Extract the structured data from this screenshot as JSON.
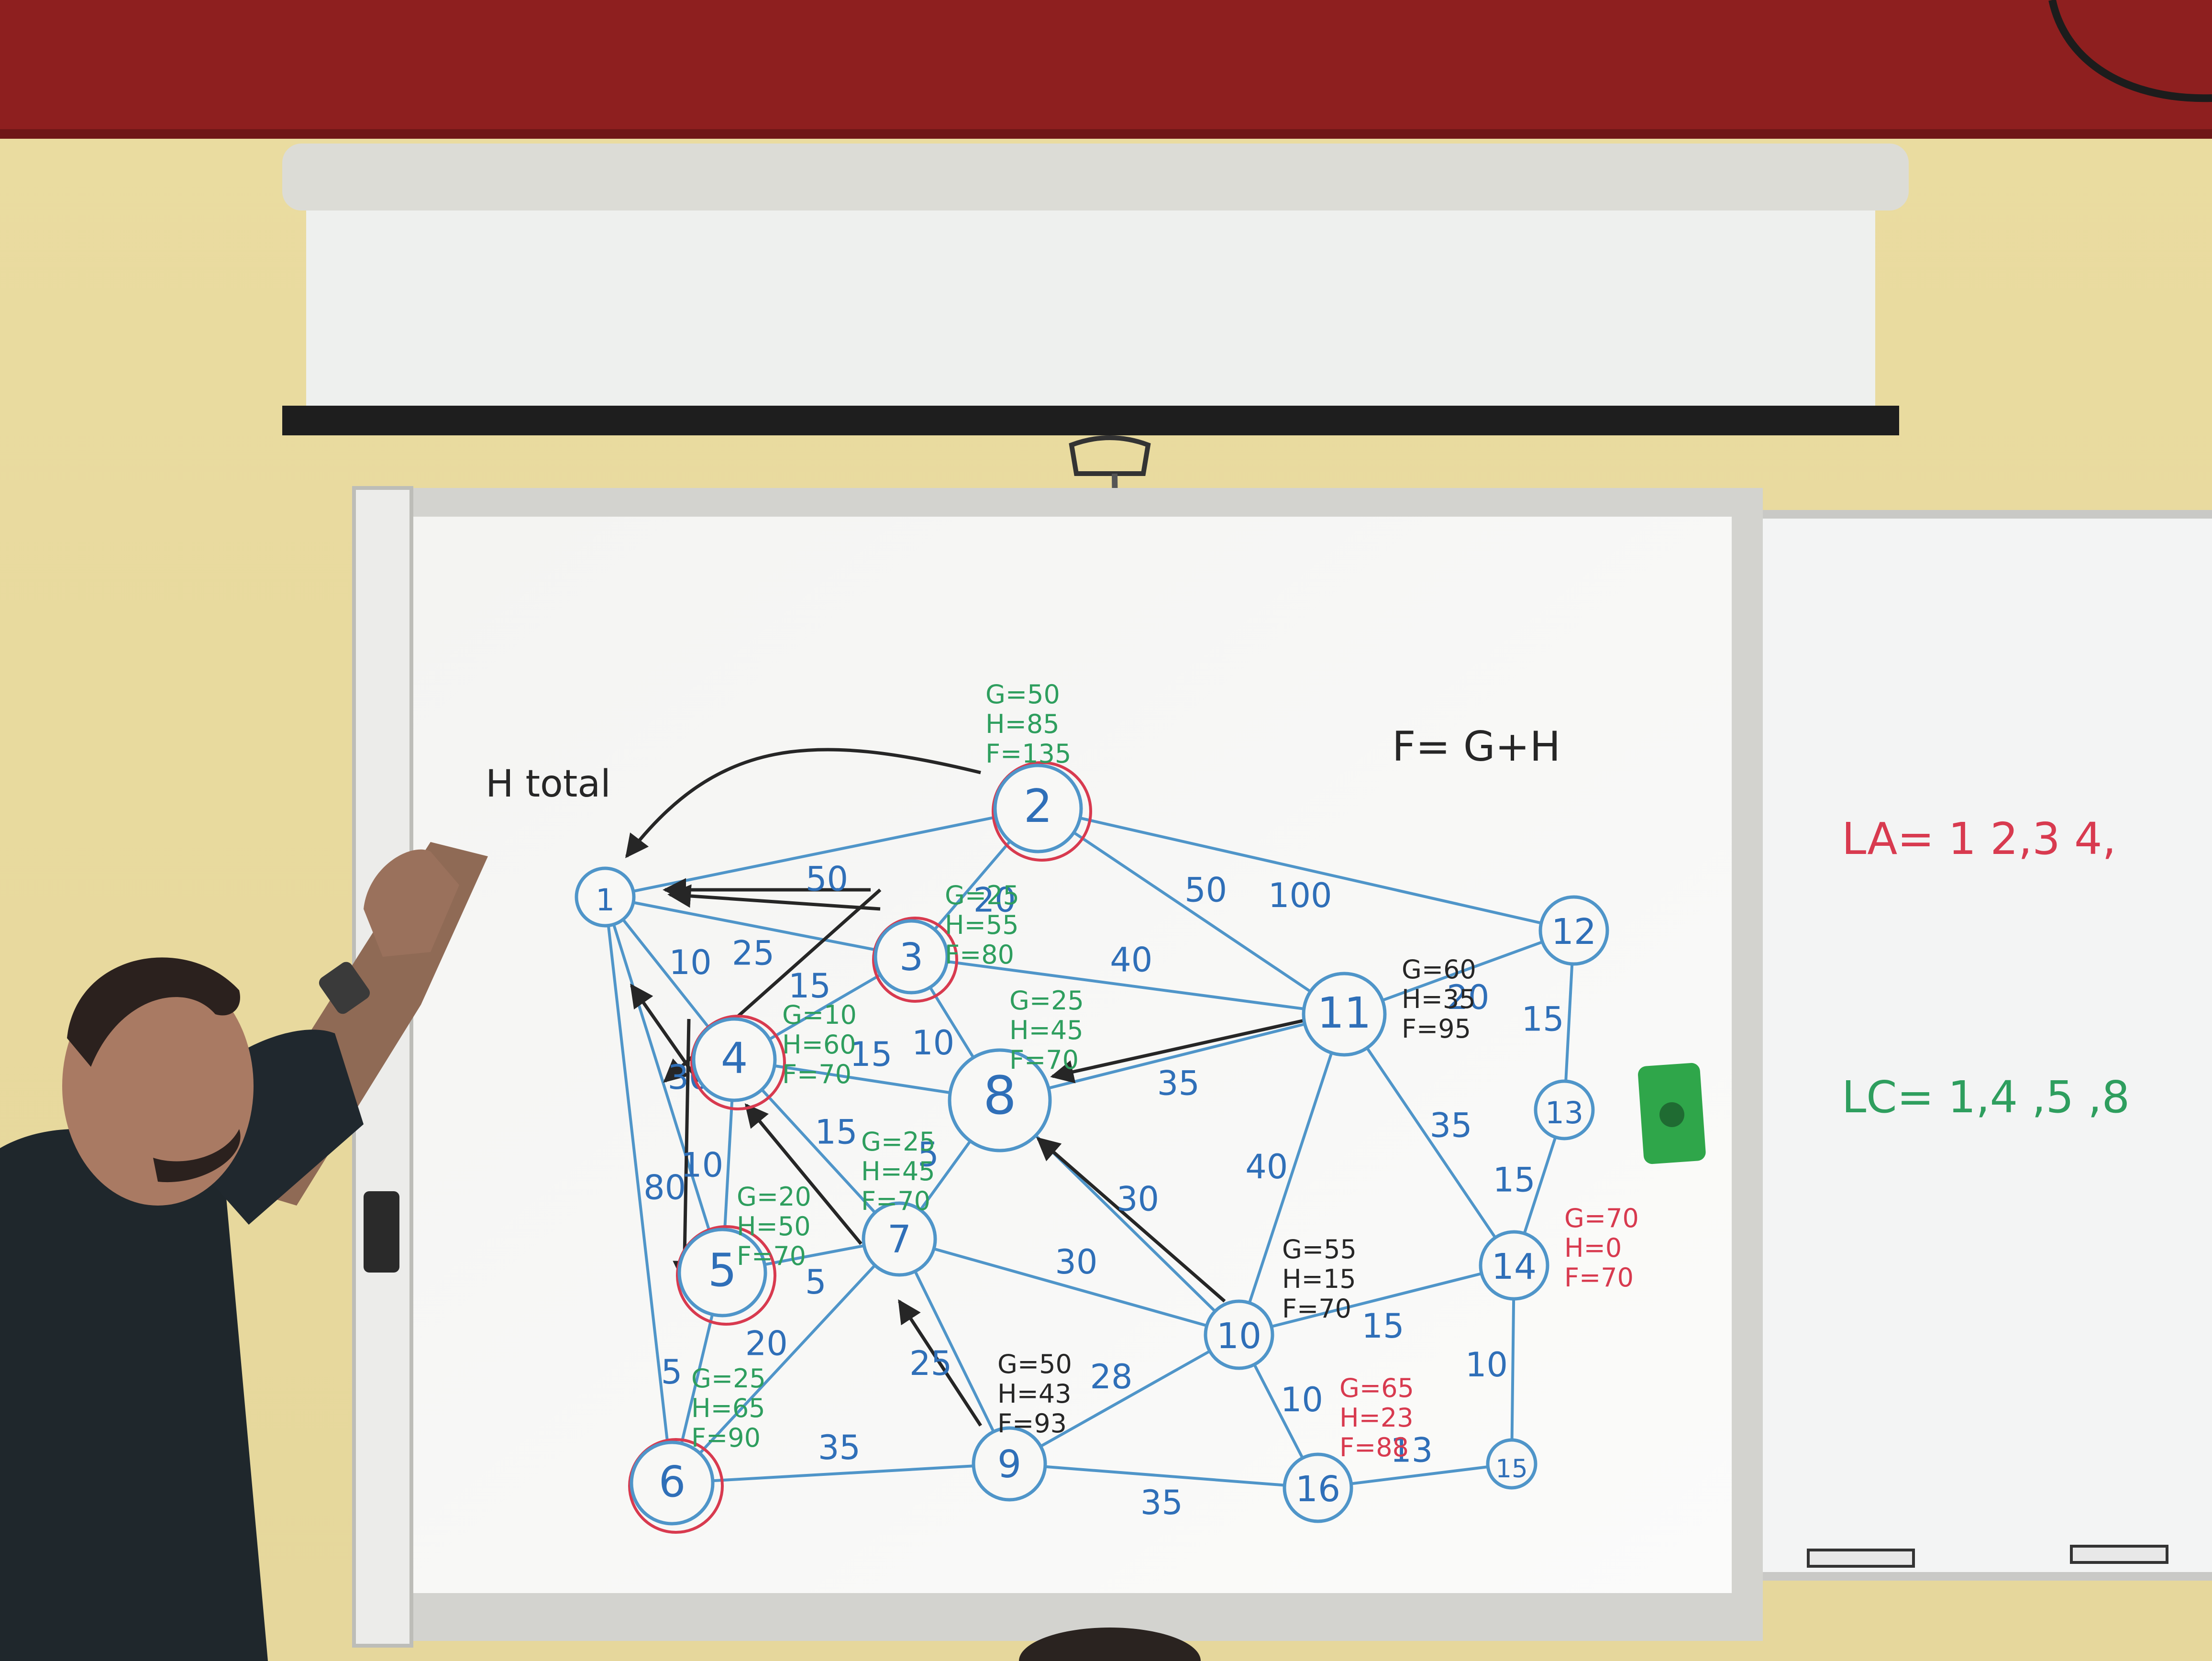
{
  "board": {
    "heading": "H total",
    "formula": "F= G+H",
    "right_board": {
      "open_list": "LA= 1 2,3 4, ",
      "closed_list": "LC= 1,4 ,5 ,8"
    }
  },
  "nodes": [
    {
      "id": "1",
      "label": "1"
    },
    {
      "id": "2",
      "label": "2"
    },
    {
      "id": "3",
      "label": "3"
    },
    {
      "id": "4",
      "label": "4"
    },
    {
      "id": "5",
      "label": "5"
    },
    {
      "id": "6",
      "label": "6"
    },
    {
      "id": "7",
      "label": "7"
    },
    {
      "id": "8",
      "label": "8"
    },
    {
      "id": "9",
      "label": "9"
    },
    {
      "id": "10",
      "label": "10"
    },
    {
      "id": "11",
      "label": "11"
    },
    {
      "id": "12",
      "label": "12"
    },
    {
      "id": "13",
      "label": "13"
    },
    {
      "id": "14",
      "label": "14"
    },
    {
      "id": "15",
      "label": "15"
    },
    {
      "id": "16",
      "label": "16"
    }
  ],
  "edges": [
    {
      "from": "1",
      "to": "2",
      "weight": "50"
    },
    {
      "from": "2",
      "to": "3",
      "weight": "20"
    },
    {
      "from": "2",
      "to": "12",
      "weight": "100"
    },
    {
      "from": "2",
      "to": "11",
      "weight": "50"
    },
    {
      "from": "1",
      "to": "3",
      "weight": "25"
    },
    {
      "from": "1",
      "to": "4",
      "weight": "10"
    },
    {
      "from": "3",
      "to": "4",
      "weight": "15"
    },
    {
      "from": "3",
      "to": "11",
      "weight": "40"
    },
    {
      "from": "3",
      "to": "8",
      "weight": "10"
    },
    {
      "from": "4",
      "to": "8",
      "weight": "15"
    },
    {
      "from": "11",
      "to": "12",
      "weight": "20"
    },
    {
      "from": "11",
      "to": "8",
      "weight": "35"
    },
    {
      "from": "12",
      "to": "13",
      "weight": "15"
    },
    {
      "from": "1",
      "to": "5",
      "weight": "30"
    },
    {
      "from": "4",
      "to": "5",
      "weight": "10"
    },
    {
      "from": "4",
      "to": "7",
      "weight": "15"
    },
    {
      "from": "8",
      "to": "7",
      "weight": "5"
    },
    {
      "from": "8",
      "to": "10",
      "weight": "30"
    },
    {
      "from": "11",
      "to": "10",
      "weight": "40"
    },
    {
      "from": "11",
      "to": "14",
      "weight": "35"
    },
    {
      "from": "13",
      "to": "14",
      "weight": "15"
    },
    {
      "from": "1",
      "to": "6",
      "weight": "80"
    },
    {
      "from": "5",
      "to": "7",
      "weight": "5"
    },
    {
      "from": "7",
      "to": "10",
      "weight": "30"
    },
    {
      "from": "5",
      "to": "6",
      "weight": "5"
    },
    {
      "from": "6",
      "to": "7",
      "weight": "20"
    },
    {
      "from": "7",
      "to": "9",
      "weight": "25"
    },
    {
      "from": "9",
      "to": "10",
      "weight": "28"
    },
    {
      "from": "10",
      "to": "14",
      "weight": "15"
    },
    {
      "from": "6",
      "to": "9",
      "weight": "35"
    },
    {
      "from": "9",
      "to": "16",
      "weight": "35"
    },
    {
      "from": "10",
      "to": "16",
      "weight": "10"
    },
    {
      "from": "14",
      "to": "15",
      "weight": "10"
    },
    {
      "from": "16",
      "to": "15",
      "weight": "13"
    }
  ],
  "annotations": {
    "n2": {
      "g": "G=50",
      "h": "H=85",
      "f": "F=135"
    },
    "n3": {
      "g": "G=25",
      "h": "H=55",
      "f": "F=80"
    },
    "n4": {
      "g": "G=10",
      "h": "H=60",
      "f": "F=70"
    },
    "n8": {
      "g": "G=25",
      "h": "H=45",
      "f": "F=70"
    },
    "n7": {
      "g": "G=25",
      "h": "H=45",
      "f": "F=70"
    },
    "n5": {
      "g": "G=20",
      "h": "H=50",
      "f": "F=70"
    },
    "n6": {
      "g": "G=25",
      "h": "H=65",
      "f": "F=90"
    },
    "n9": {
      "g": "G=50",
      "h": "H=43",
      "f": "F=93"
    },
    "n10": {
      "g": "G=55",
      "h": "H=15",
      "f": "F=70"
    },
    "n11": {
      "g": "G=60",
      "h": "H=35",
      "f": "F=95"
    },
    "n14": {
      "g": "G=70",
      "h": "H=0",
      "f": "F=70"
    },
    "n16": {
      "g": "G=65",
      "h": "H=23",
      "f": "F=88"
    }
  },
  "colors": {
    "wall": "#ece0a8",
    "trim": "#8e1f1f",
    "board": "#f7f7f5",
    "edge": "#4f95c9",
    "label_blue": "#2f6fb8",
    "ink_black": "#262626",
    "ink_green": "#2e9e5e",
    "ink_red": "#d83a4f",
    "eraser": "#2fa64a"
  }
}
